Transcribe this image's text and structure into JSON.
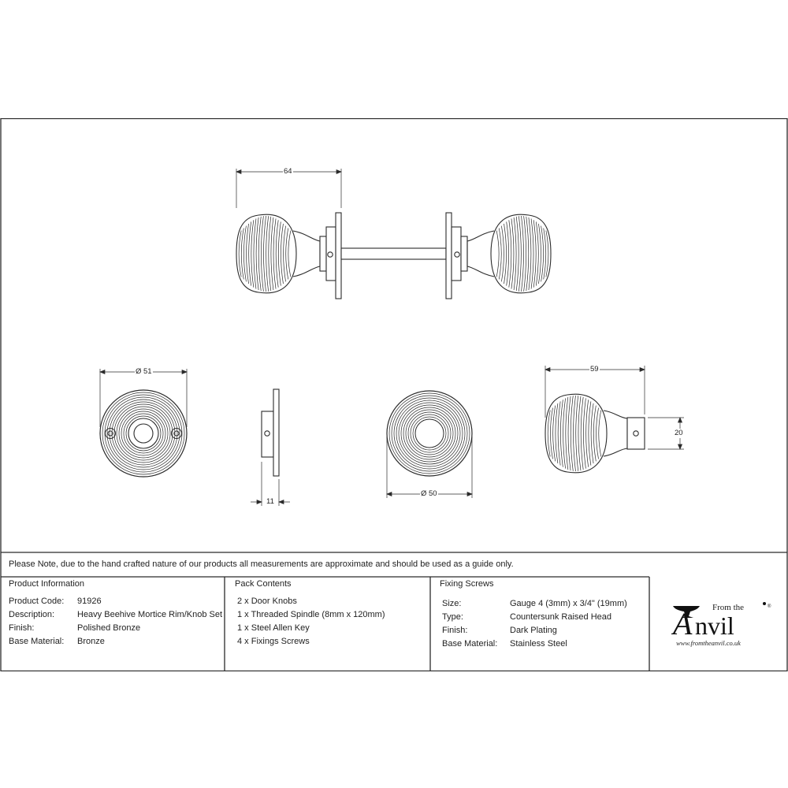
{
  "note": "Please Note, due to the hand crafted nature of our products all measurements are approximate and should be used as a guide only.",
  "dimensions": {
    "top_width": "64",
    "rose_diameter": "Ø 51",
    "rose_depth": "11",
    "knob_diameter": "Ø 50",
    "knob_length": "59",
    "neck_height": "20"
  },
  "product_information": {
    "heading": "Product Information",
    "rows": [
      {
        "label": "Product Code:",
        "value": "91926"
      },
      {
        "label": "Description:",
        "value": "Heavy Beehive Mortice Rim/Knob Set"
      },
      {
        "label": "Finish:",
        "value": "Polished Bronze"
      },
      {
        "label": "Base Material:",
        "value": "Bronze"
      }
    ]
  },
  "pack_contents": {
    "heading": "Pack Contents",
    "items": [
      "2 x Door Knobs",
      "1 x Threaded Spindle (8mm x 120mm)",
      "1 x Steel Allen Key",
      "4 x Fixings Screws"
    ]
  },
  "fixing_screws": {
    "heading": "Fixing Screws",
    "rows": [
      {
        "label": "Size:",
        "value": "Gauge 4 (3mm) x 3/4\" (19mm)"
      },
      {
        "label": "Type:",
        "value": "Countersunk Raised Head"
      },
      {
        "label": "Finish:",
        "value": "Dark Plating"
      },
      {
        "label": "Base Material:",
        "value": "Stainless Steel"
      }
    ]
  },
  "logo": {
    "from_the": "From the",
    "brand": "Anvil",
    "registered": "®",
    "website": "www.fromtheanvil.co.uk"
  },
  "colors": {
    "line": "#2b2b2b",
    "background": "#ffffff"
  }
}
